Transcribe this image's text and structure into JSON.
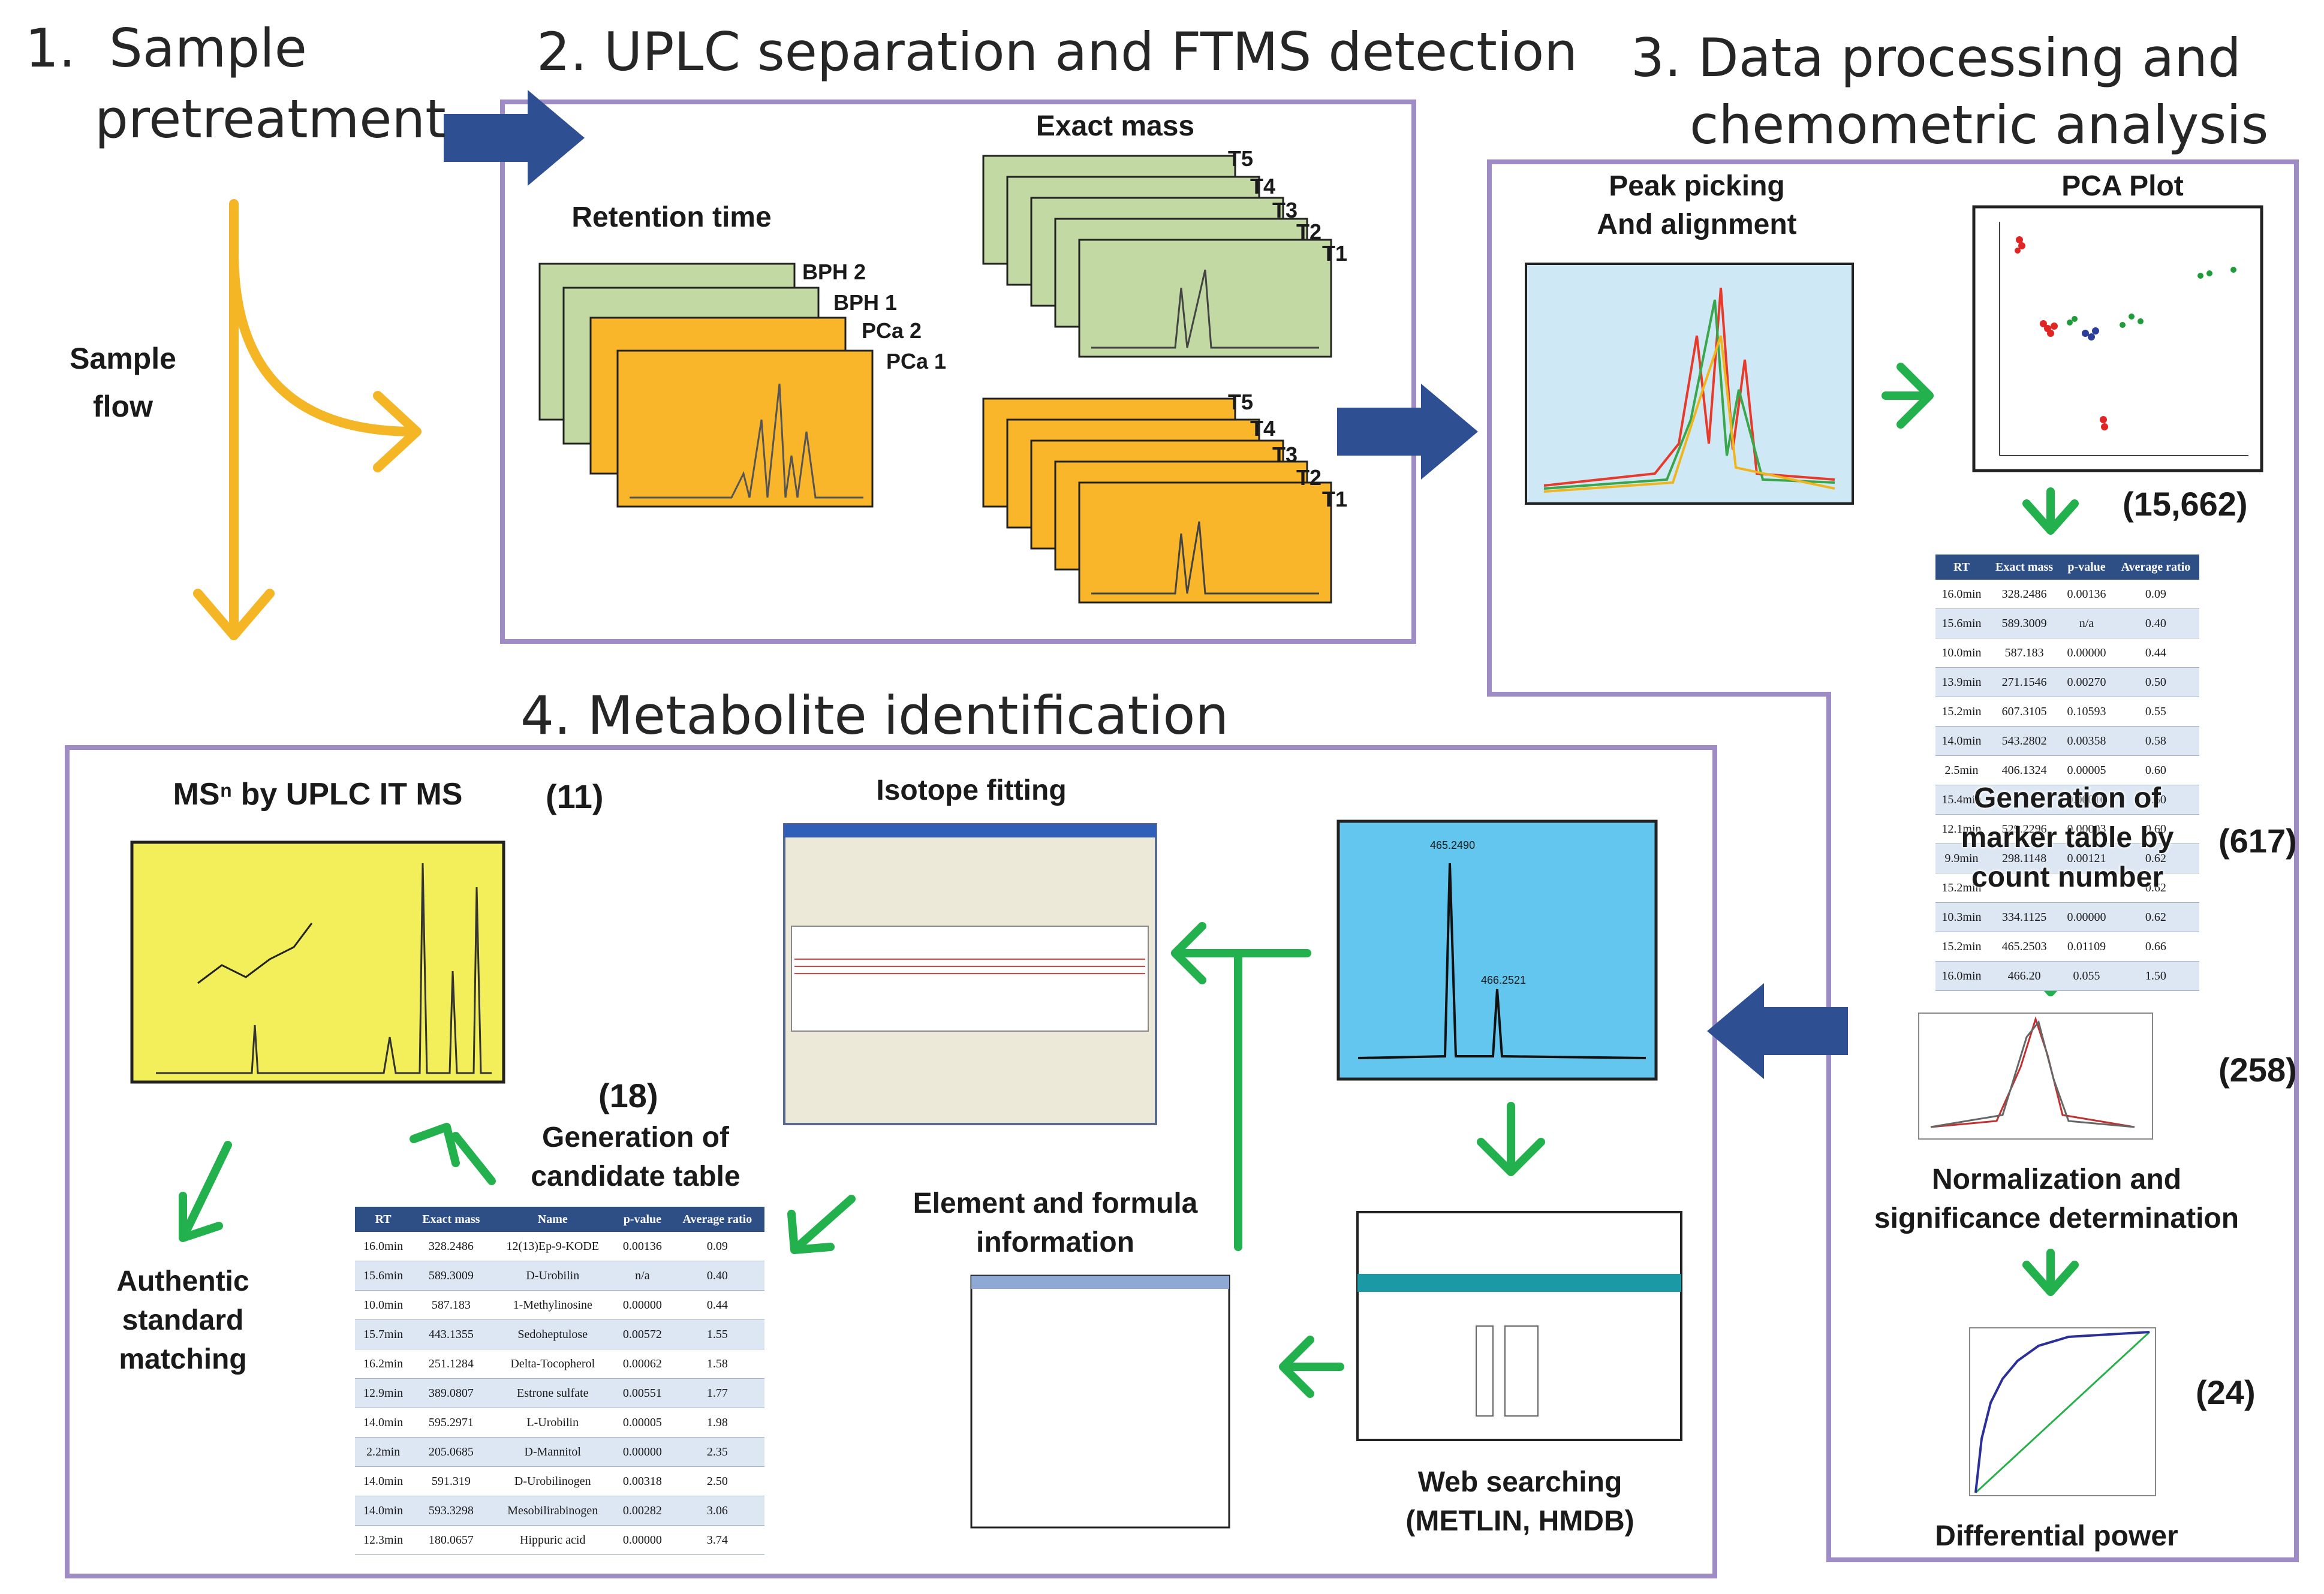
{
  "headers": {
    "step1_line1": "1.  Sample",
    "step1_line2": "pretreatment",
    "step2": "2. UPLC separation and FTMS detection",
    "step3_line1": "3. Data processing and",
    "step3_line2": "chemometric analysis",
    "step4": "4. Metabolite identification"
  },
  "sample_flow": {
    "line1": "Sample",
    "line2": "flow"
  },
  "step2": {
    "retention_time": "Retention time",
    "exact_mass": "Exact mass",
    "chromatograms": [
      "BPH 2",
      "BPH 1",
      "PCa 2",
      "PCa 1"
    ],
    "time_points": [
      "T5",
      "T4",
      "T3",
      "T2",
      "T1"
    ]
  },
  "step3": {
    "peak_picking_line1": "Peak picking",
    "peak_picking_line2": "And alignment",
    "pca_plot": "PCA Plot",
    "count_pca": "(15,662)",
    "count_marker": "(617)",
    "count_norm": "(258)",
    "count_diff": "(24)",
    "marker_line1": "Generation of",
    "marker_line2": "marker table by",
    "marker_line3": "count number",
    "norm_line1": "Normalization and",
    "norm_line2": "significance determination",
    "differential_power": "Differential power",
    "marker_table": {
      "columns": [
        "RT",
        "Exact mass",
        "p-value",
        "Average ratio"
      ],
      "rows": [
        [
          "16.0min",
          "328.2486",
          "0.00136",
          "0.09"
        ],
        [
          "15.6min",
          "589.3009",
          "n/a",
          "0.40"
        ],
        [
          "10.0min",
          "587.183",
          "0.00000",
          "0.44"
        ],
        [
          "13.9min",
          "271.1546",
          "0.00270",
          "0.50"
        ],
        [
          "15.2min",
          "607.3105",
          "0.10593",
          "0.55"
        ],
        [
          "14.0min",
          "543.2802",
          "0.00358",
          "0.58"
        ],
        [
          "2.5min",
          "406.1324",
          "0.00005",
          "0.60"
        ],
        [
          "15.4min",
          "",
          "0.00016",
          "0.60"
        ],
        [
          "12.1min",
          "529.2296",
          "0.00003",
          "0.60"
        ],
        [
          "9.9min",
          "298.1148",
          "0.00121",
          "0.62"
        ],
        [
          "15.2min",
          "",
          "",
          "0.62"
        ],
        [
          "10.3min",
          "334.1125",
          "0.00000",
          "0.62"
        ],
        [
          "15.2min",
          "465.2503",
          "0.01109",
          "0.66"
        ],
        [
          "16.0min",
          "466.20",
          "0.055",
          "1.50"
        ]
      ]
    }
  },
  "step4": {
    "msn_title": "MSⁿ by UPLC IT MS",
    "count_msn": "(11)",
    "isotope_fitting": "Isotope fitting",
    "count_candidate": "(18)",
    "candidate_line1": "Generation of",
    "candidate_line2": "candidate table",
    "element_line1": "Element and formula",
    "element_line2": "information",
    "web_line1": "Web searching",
    "web_line2": "(METLIN, HMDB)",
    "auth_line1": "Authentic",
    "auth_line2": "standard",
    "auth_line3": "matching",
    "ms_peaks": [
      "465.2490",
      "466.2521"
    ],
    "candidate_table": {
      "columns": [
        "RT",
        "Exact mass",
        "Name",
        "p-value",
        "Average ratio"
      ],
      "rows": [
        [
          "16.0min",
          "328.2486",
          "12(13)Ep-9-KODE",
          "0.00136",
          "0.09"
        ],
        [
          "15.6min",
          "589.3009",
          "D-Urobilin",
          "n/a",
          "0.40"
        ],
        [
          "10.0min",
          "587.183",
          "1-Methylinosine",
          "0.00000",
          "0.44"
        ],
        [
          "15.7min",
          "443.1355",
          "Sedoheptulose",
          "0.00572",
          "1.55"
        ],
        [
          "16.2min",
          "251.1284",
          "Delta-Tocopherol",
          "0.00062",
          "1.58"
        ],
        [
          "12.9min",
          "389.0807",
          "Estrone sulfate",
          "0.00551",
          "1.77"
        ],
        [
          "14.0min",
          "595.2971",
          "L-Urobilin",
          "0.00005",
          "1.98"
        ],
        [
          "2.2min",
          "205.0685",
          "D-Mannitol",
          "0.00000",
          "2.35"
        ],
        [
          "14.0min",
          "591.319",
          "D-Urobilinogen",
          "0.00318",
          "2.50"
        ],
        [
          "14.0min",
          "593.3298",
          "Mesobilirabinogen",
          "0.00282",
          "3.06"
        ],
        [
          "12.3min",
          "180.0657",
          "Hippuric acid",
          "0.00000",
          "3.74"
        ]
      ]
    }
  },
  "colors": {
    "frame": "#a08cc4",
    "blue_arrow": "#2f4f93",
    "yellow_arrow": "#f5b626",
    "green_arrow": "#22b14c",
    "chrom_green": "#c2d9a4",
    "chrom_orange": "#f9b62a",
    "ms_blue": "#63c6ef",
    "msn_yellow": "#f3ef5a",
    "table_header": "#2d4f85"
  }
}
